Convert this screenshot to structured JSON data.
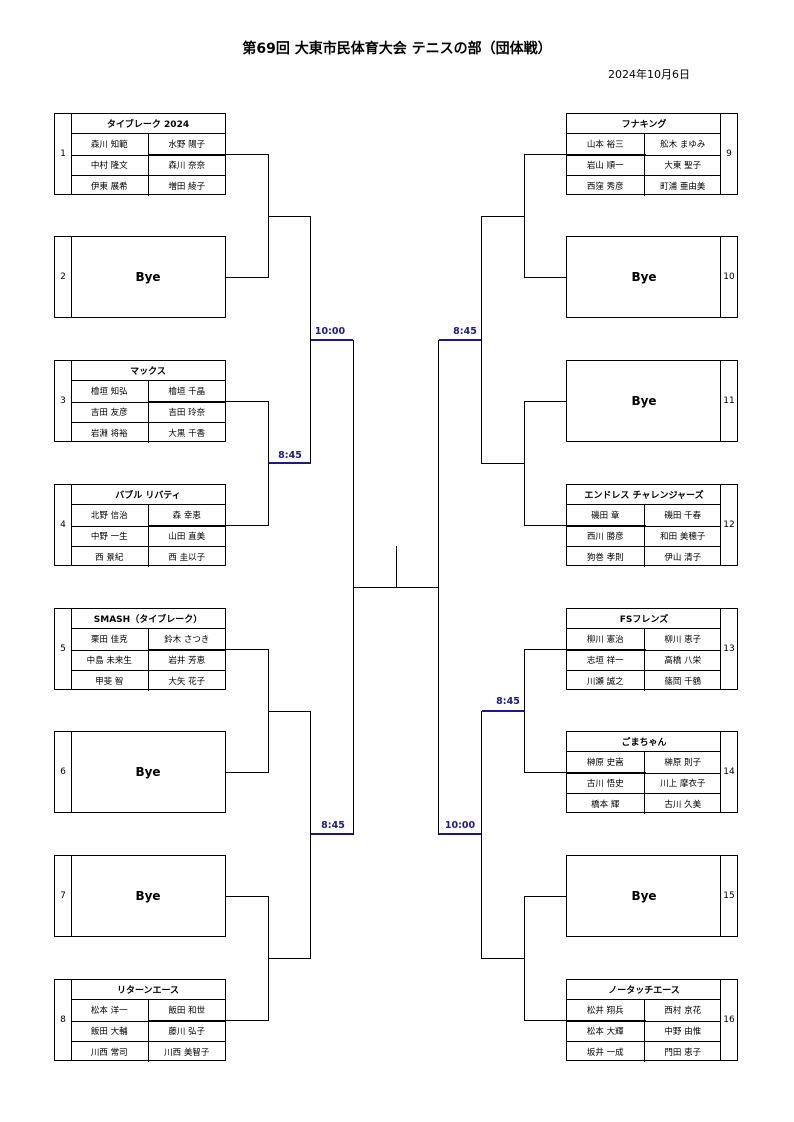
{
  "title": "第69回 大東市民体育大会 テニスの部（団体戦）",
  "date": "2024年10月6日",
  "bye_label": "Bye",
  "times": {
    "l_q1": "8:45",
    "l_q2": "8:45",
    "l_semi_top": "10:00",
    "r_q1": "8:45",
    "r_q2": "8:45",
    "r_semi_bottom": "10:00"
  },
  "teams": {
    "t1": {
      "seed": "1",
      "name": "タイブレーク 2024",
      "players": [
        [
          "森川 知範",
          "水野 陽子"
        ],
        [
          "中村 隆文",
          "森川 奈奈"
        ],
        [
          "伊東 展希",
          "増田 綾子"
        ]
      ]
    },
    "t2": {
      "seed": "2"
    },
    "t3": {
      "seed": "3",
      "name": "マックス",
      "players": [
        [
          "檜垣 知弘",
          "檜垣 千晶"
        ],
        [
          "吉田 友彦",
          "吉田 玲奈"
        ],
        [
          "岩淵 将裕",
          "大黒 千香"
        ]
      ]
    },
    "t4": {
      "seed": "4",
      "name": "バブル リバティ",
      "players": [
        [
          "北野 信治",
          "森 幸恵"
        ],
        [
          "中野 一生",
          "山田 直美"
        ],
        [
          "西 景紀",
          "西 圭以子"
        ]
      ]
    },
    "t5": {
      "seed": "5",
      "name": "SMASH（タイブレーク）",
      "players": [
        [
          "栗田 佳克",
          "鈴木 さつき"
        ],
        [
          "中島 未来生",
          "岩井 芳恵"
        ],
        [
          "甲斐 智",
          "大矢 花子"
        ]
      ]
    },
    "t6": {
      "seed": "6"
    },
    "t7": {
      "seed": "7"
    },
    "t8": {
      "seed": "8",
      "name": "リターンエース",
      "players": [
        [
          "松本 洋一",
          "飯田 和世"
        ],
        [
          "飯田 大輔",
          "藤川 弘子"
        ],
        [
          "川西 常司",
          "川西 美智子"
        ]
      ]
    },
    "t9": {
      "seed": "9",
      "name": "フナキング",
      "players": [
        [
          "山本 裕三",
          "舩木 まゆみ"
        ],
        [
          "岩山 順一",
          "大東 聖子"
        ],
        [
          "西窪 秀彦",
          "町浦 亜由美"
        ]
      ]
    },
    "t10": {
      "seed": "10"
    },
    "t11": {
      "seed": "11"
    },
    "t12": {
      "seed": "12",
      "name": "エンドレス チャレンジャーズ",
      "players": [
        [
          "磯田 章",
          "磯田 千春"
        ],
        [
          "西川 勝彦",
          "和田 美穂子"
        ],
        [
          "狗巻 孝則",
          "伊山 清子"
        ]
      ]
    },
    "t13": {
      "seed": "13",
      "name": "FSフレンズ",
      "players": [
        [
          "柳川 憲治",
          "柳川 恵子"
        ],
        [
          "志垣 祥一",
          "高橋 八栄"
        ],
        [
          "川瀬 誠之",
          "篠岡 千鶴"
        ]
      ]
    },
    "t14": {
      "seed": "14",
      "name": "ごまちゃん",
      "players": [
        [
          "榊原 史嵩",
          "榊原 則子"
        ],
        [
          "古川 悟史",
          "川上 摩衣子"
        ],
        [
          "橋本 輝",
          "古川 久美"
        ]
      ]
    },
    "t15": {
      "seed": "15"
    },
    "t16": {
      "seed": "16",
      "name": "ノータッチエース",
      "players": [
        [
          "松井 翔兵",
          "西村 京花"
        ],
        [
          "松本 大輝",
          "中野 由惟"
        ],
        [
          "坂井 一成",
          "門田 恵子"
        ]
      ]
    }
  }
}
